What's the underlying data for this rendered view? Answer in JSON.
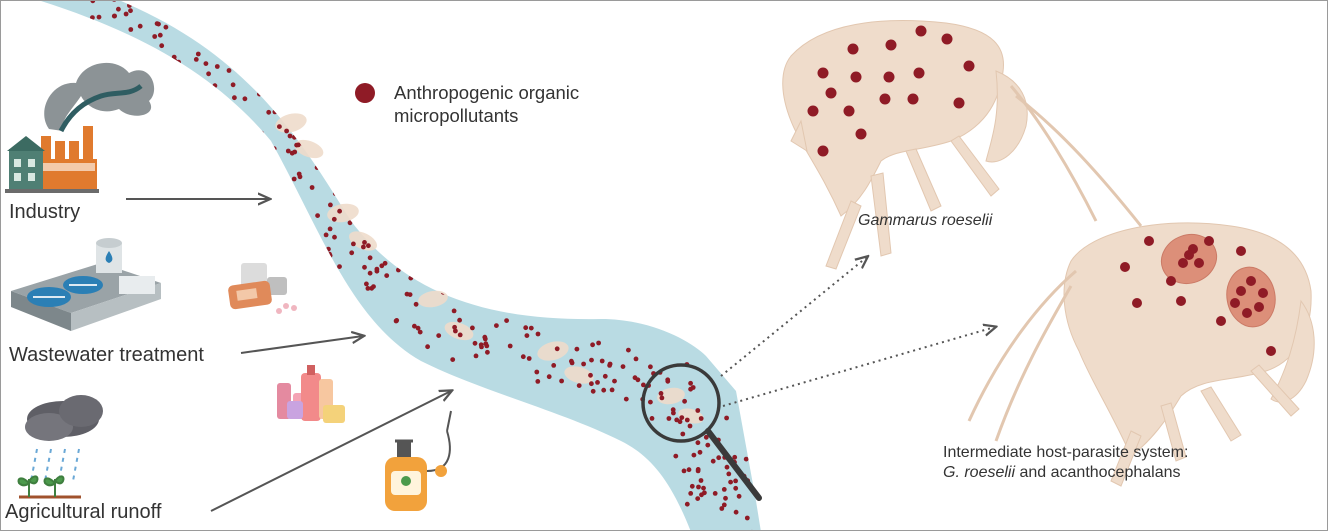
{
  "labels": {
    "industry": "Industry",
    "wastewater": "Wastewater treatment",
    "agricultural": "Agricultural runoff",
    "legend": [
      "Anthropogenic organic",
      "micropollutants"
    ],
    "gammarus": "Gammarus roeselii",
    "host_parasite": {
      "line1": "Intermediate host-parasite system:",
      "line2_italic": "G. roeselii",
      "line2_rest": " and acanthocephalans"
    }
  },
  "colors": {
    "river": "#b9dbe3",
    "pollutant": "#8f1b26",
    "amphipod": "#efdccb",
    "amphipod_outline": "#e2c7b0",
    "parasite": "#d9826b",
    "arrow": "#555555",
    "text": "#333333"
  },
  "icons": [
    "factory-icon",
    "wastewater-plant-icon",
    "rain-cloud-icon",
    "pill-bottle-icon",
    "cosmetics-icon",
    "pesticide-sprayer-icon",
    "magnifier-icon"
  ]
}
